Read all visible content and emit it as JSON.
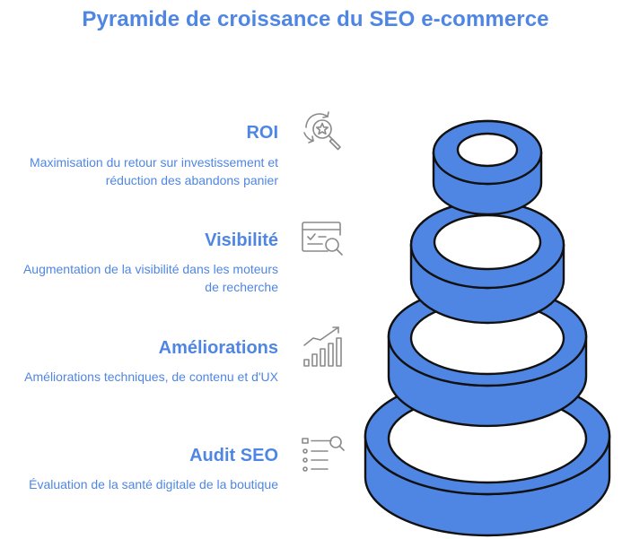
{
  "title": "Pyramide de croissance du SEO e-commerce",
  "levels": [
    {
      "title": "ROI",
      "description": "Maximisation du retour sur investissement et réduction des abandons panier",
      "icon": "star-search-refresh-icon"
    },
    {
      "title": "Visibilité",
      "description": "Augmentation de la visibilité dans les moteurs de recherche",
      "icon": "browser-search-icon"
    },
    {
      "title": "Améliorations",
      "description": "Améliorations techniques, de contenu et d'UX",
      "icon": "growth-chart-icon"
    },
    {
      "title": "Audit SEO",
      "description": "Évaluation de la santé digitale de la boutique",
      "icon": "checklist-search-icon"
    }
  ],
  "colors": {
    "accent": "#4f86e4",
    "ring_fill": "#4f86e4",
    "ring_outline": "#111111",
    "icon_stroke": "#8a8a8a"
  }
}
